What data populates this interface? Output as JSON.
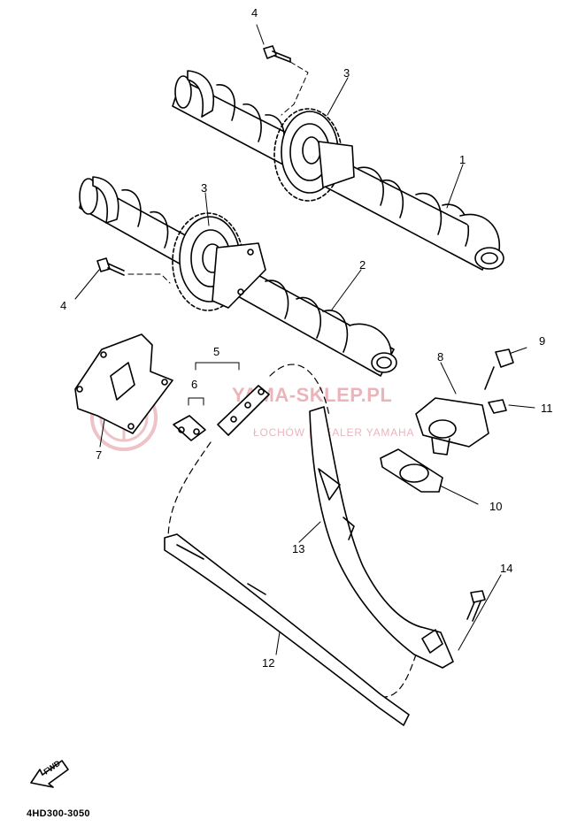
{
  "diagram": {
    "part_code": "4HD300-3050",
    "fwd_label": "FWD",
    "callouts": [
      {
        "id": "1",
        "text": "1"
      },
      {
        "id": "2",
        "text": "2"
      },
      {
        "id": "3a",
        "text": "3"
      },
      {
        "id": "3b",
        "text": "3"
      },
      {
        "id": "4a",
        "text": "4"
      },
      {
        "id": "4b",
        "text": "4"
      },
      {
        "id": "5",
        "text": "5"
      },
      {
        "id": "6",
        "text": "6"
      },
      {
        "id": "7",
        "text": "7"
      },
      {
        "id": "8",
        "text": "8"
      },
      {
        "id": "9",
        "text": "9"
      },
      {
        "id": "10",
        "text": "10"
      },
      {
        "id": "11",
        "text": "11"
      },
      {
        "id": "12",
        "text": "12"
      },
      {
        "id": "13",
        "text": "13"
      },
      {
        "id": "14",
        "text": "14"
      }
    ]
  },
  "watermark": {
    "title": "YAMA-SKLEP.PL",
    "subtitle": "ŁOCHÓW | DEALER YAMAHA",
    "color": "#c8283c"
  }
}
